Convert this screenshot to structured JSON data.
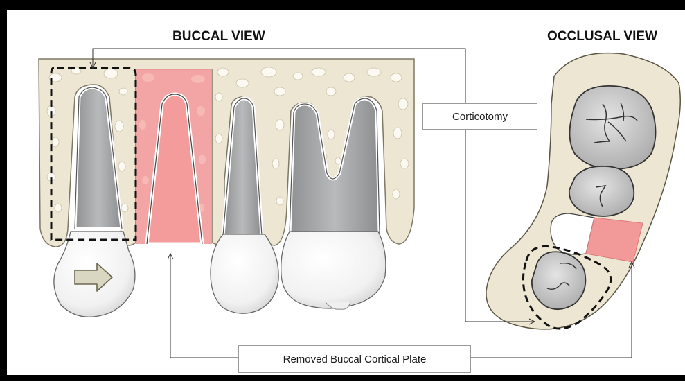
{
  "titles": {
    "buccal": "BUCCAL VIEW",
    "occlusal": "OCCLUSAL VIEW"
  },
  "labels": {
    "corticotomy": "Corticotomy",
    "removed_plate": "Removed Buccal Cortical Plate"
  },
  "colors": {
    "bone": "#ece6d2",
    "root": "#a9aaab",
    "crown": "#f4f4f4",
    "removed_plate": "#f29a9a",
    "frame": "#000000"
  }
}
